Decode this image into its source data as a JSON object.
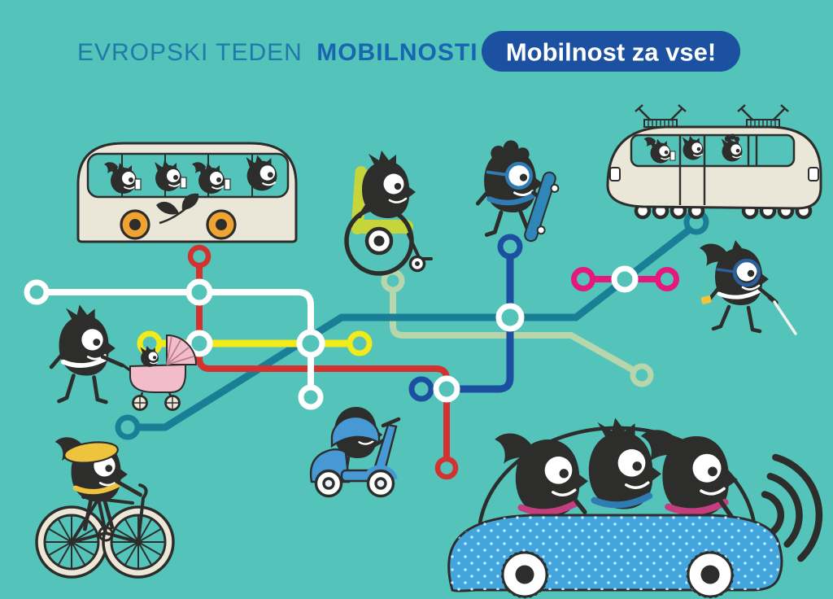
{
  "header": {
    "title_regular": "EVROPSKI TEDEN",
    "title_bold": "MOBILNOSTI",
    "badge_label": "Mobilnost za vse!"
  },
  "colors": {
    "background": "#54c3ba",
    "badge_blue": "#1b51a0",
    "title_regular_blue": "#2179ab",
    "title_bold_blue": "#1766b0",
    "outline_dark": "#2d2d2b",
    "vehicle_cream": "#ebe7d8",
    "bus_wheel_orange": "#f0a233",
    "wheelchair_green": "#c6d63a",
    "scooter_blue": "#4799d6",
    "car_blue": "#43a5de",
    "pram_pink": "#f3bccb",
    "accent_yellow": "#eec33e",
    "belt_pink": "#c23e7e",
    "belt_blue": "#2f7cb5"
  },
  "transit_lines": {
    "red": "#d23230",
    "yellow": "#f2ea19",
    "white": "#ffffff",
    "teal": "#1a7f96",
    "blue": "#1d4fa0",
    "pink": "#e5187e",
    "light_green": "#b7d6ab"
  },
  "scene_icons": [
    "eco-bus",
    "tram",
    "wheelchair-user",
    "skateboarder",
    "parent-with-stroller",
    "white-cane-walker",
    "scooter-rider",
    "cyclist",
    "shared-car",
    "connectivity-waves",
    "transit-map"
  ]
}
